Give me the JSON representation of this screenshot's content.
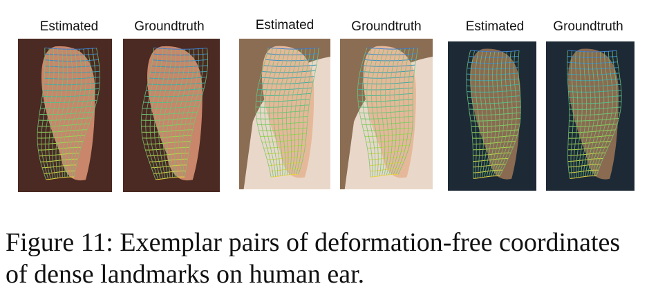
{
  "figure": {
    "panels": [
      {
        "label": "Estimated",
        "background": "#4a2a22"
      },
      {
        "label": "Groundtruth",
        "background": "#4a2a22"
      },
      {
        "label": "Estimated",
        "background": "#e9d8c9"
      },
      {
        "label": "Groundtruth",
        "background": "#e9d8c9"
      },
      {
        "label": "Estimated",
        "background": "#1d2a36"
      },
      {
        "label": "Groundtruth",
        "background": "#1d2a36"
      }
    ],
    "mesh_colors": [
      "#3a7bd5",
      "#45b39d",
      "#9bd54f",
      "#f2d43b"
    ],
    "caption_lines": [
      "Figure 11: Exemplar pairs of deformation-free coordinates",
      "of dense landmarks on human ear."
    ]
  }
}
